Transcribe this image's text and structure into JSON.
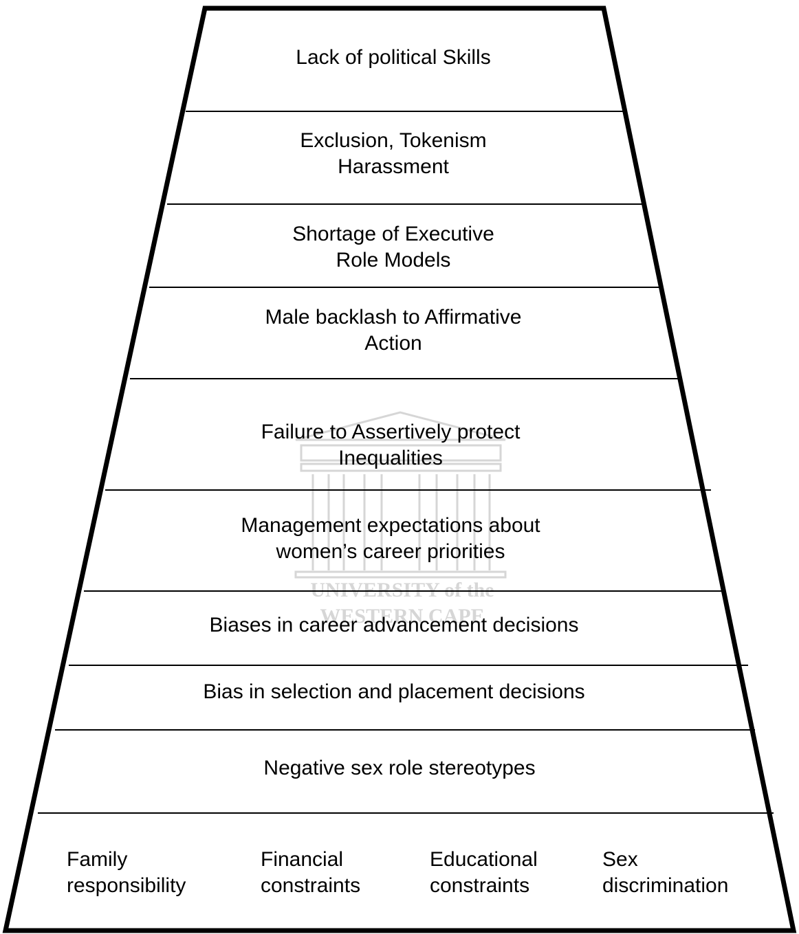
{
  "layers": [
    "Lack of political Skills",
    "Exclusion, Tokenism\nHarassment",
    "Shortage of Executive\nRole Models",
    "Male backlash to Affirmative\nAction",
    "Failure to Assertively protect\nInequalities",
    "Management expectations about\nwomen’s career priorities",
    "Biases in career advancement decisions",
    "Bias in selection and placement decisions",
    "Negative sex role stereotypes"
  ],
  "base": [
    "Family\nresponsibility",
    "Financial\nconstraints",
    "Educational\nconstraints",
    "Sex\ndiscrimination"
  ],
  "watermark": {
    "line1": "UNIVERSITY of the",
    "line2": "WESTERN CAPE"
  },
  "colors": {
    "outline": "#000000",
    "watermark": "#d6d6d6"
  }
}
